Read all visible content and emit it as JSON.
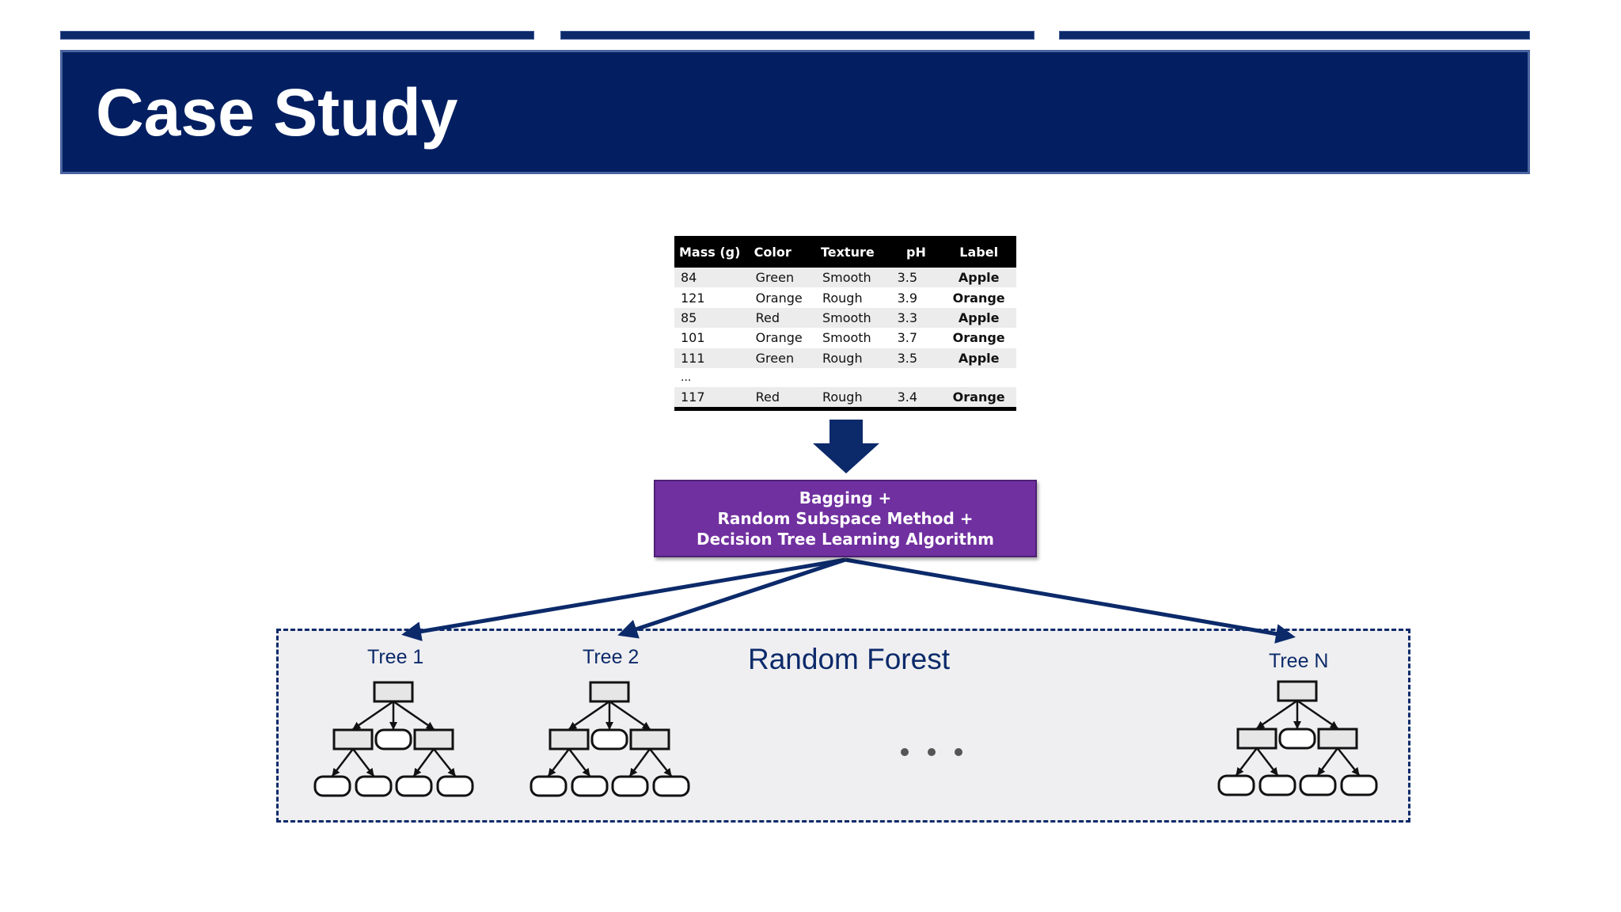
{
  "slide": {
    "title": "Case Study"
  },
  "table": {
    "columns": [
      "Mass (g)",
      "Color",
      "Texture",
      "pH",
      "Label"
    ],
    "rows": [
      [
        "84",
        "Green",
        "Smooth",
        "3.5",
        "Apple"
      ],
      [
        "121",
        "Orange",
        "Rough",
        "3.9",
        "Orange"
      ],
      [
        "85",
        "Red",
        "Smooth",
        "3.3",
        "Apple"
      ],
      [
        "101",
        "Orange",
        "Smooth",
        "3.7",
        "Orange"
      ],
      [
        "111",
        "Green",
        "Rough",
        "3.5",
        "Apple"
      ],
      [
        "...",
        "",
        "",
        "",
        ""
      ],
      [
        "117",
        "Red",
        "Rough",
        "3.4",
        "Orange"
      ]
    ]
  },
  "algorithm": {
    "line1": "Bagging +",
    "line2": "Random Subspace Method +",
    "line3": "Decision Tree Learning Algorithm"
  },
  "forest": {
    "title": "Random Forest",
    "trees": [
      "Tree 1",
      "Tree 2",
      "Tree N"
    ],
    "ellipsis": "• • •"
  },
  "colors": {
    "navy": "#031f61",
    "purple": "#7030a0",
    "arrow": "#0c2a6a",
    "forest_bg": "#efeff1"
  }
}
